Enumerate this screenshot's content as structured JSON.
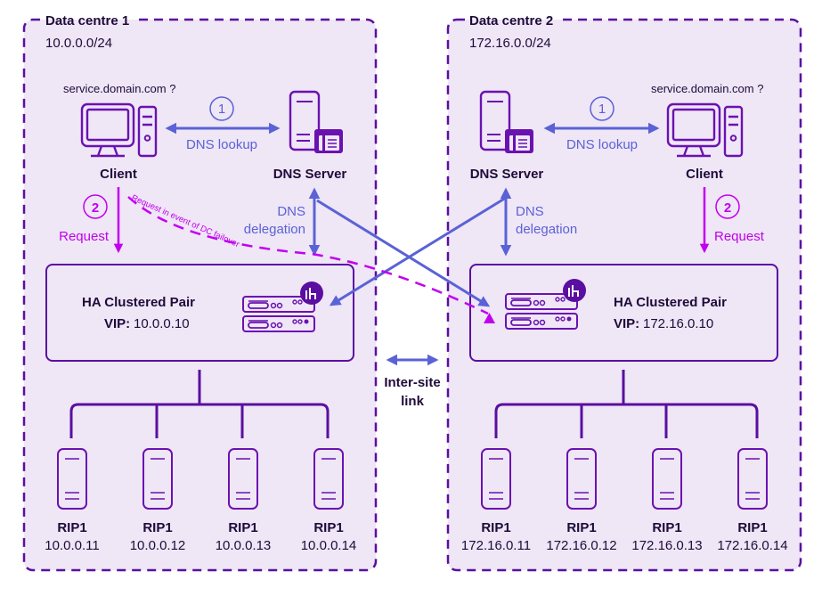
{
  "colors": {
    "zone_fill": "#efe6f6",
    "zone_border": "#5a0fa0",
    "icon_stroke": "#6a12b0",
    "dns_arrow": "#5a62d6",
    "request_arrow": "#c100ee",
    "text_dark": "#1e0b3a",
    "badge": "#5a0fa0"
  },
  "zones": [
    {
      "title": "Data centre 1",
      "subnet": "10.0.0.0/24",
      "client": {
        "query": "service.domain.com ?",
        "label": "Client"
      },
      "dns_server": {
        "label": "DNS Server"
      },
      "dns_lookup": {
        "step": "1",
        "label": "DNS lookup"
      },
      "dns_delegation": {
        "line1": "DNS",
        "line2": "delegation"
      },
      "request": {
        "step": "2",
        "label": "Request"
      },
      "ha_pair": {
        "title": "HA Clustered Pair",
        "vip_label": "VIP:",
        "vip": "10.0.0.10"
      },
      "rips": [
        {
          "label": "RIP1",
          "ip": "10.0.0.11"
        },
        {
          "label": "RIP1",
          "ip": "10.0.0.12"
        },
        {
          "label": "RIP1",
          "ip": "10.0.0.13"
        },
        {
          "label": "RIP1",
          "ip": "10.0.0.14"
        }
      ]
    },
    {
      "title": "Data centre 2",
      "subnet": "172.16.0.0/24",
      "client": {
        "query": "service.domain.com ?",
        "label": "Client"
      },
      "dns_server": {
        "label": "DNS Server"
      },
      "dns_lookup": {
        "step": "1",
        "label": "DNS lookup"
      },
      "dns_delegation": {
        "line1": "DNS",
        "line2": "delegation"
      },
      "request": {
        "step": "2",
        "label": "Request"
      },
      "ha_pair": {
        "title": "HA Clustered Pair",
        "vip_label": "VIP:",
        "vip": "172.16.0.10"
      },
      "rips": [
        {
          "label": "RIP1",
          "ip": "172.16.0.11"
        },
        {
          "label": "RIP1",
          "ip": "172.16.0.12"
        },
        {
          "label": "RIP1",
          "ip": "172.16.0.13"
        },
        {
          "label": "RIP1",
          "ip": "172.16.0.14"
        }
      ]
    }
  ],
  "failover": {
    "label": "Request in event of DC failover"
  },
  "intersite": {
    "line1": "Inter-site",
    "line2": "link"
  },
  "icons": {
    "client": "desktop-computer-icon",
    "dns_server": "dns-server-icon",
    "ha_appliance": "load-balancer-appliance-icon",
    "badge": "brand-logo-badge-icon",
    "rip": "server-tower-icon"
  }
}
